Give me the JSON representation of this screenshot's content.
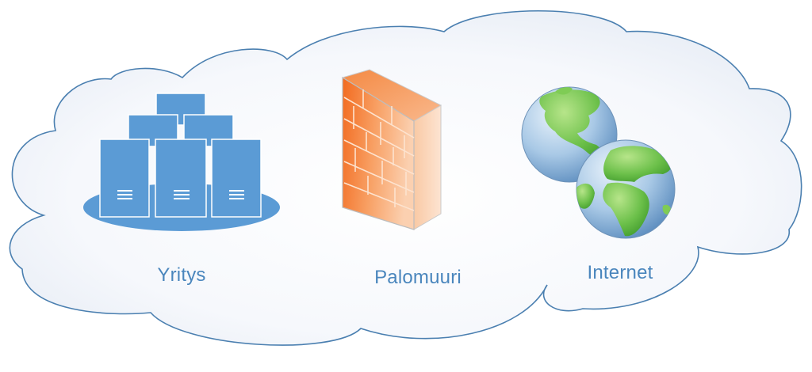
{
  "nodes": [
    {
      "id": "company",
      "label": "Yritys",
      "icon": "server-cluster-icon"
    },
    {
      "id": "firewall",
      "label": "Palomuuri",
      "icon": "firewall-icon"
    },
    {
      "id": "internet",
      "label": "Internet",
      "icon": "globe-icon"
    }
  ],
  "colors": {
    "label": "#4a86bd",
    "cloud_stroke": "#4a7fb0",
    "cloud_fill": "#f4f7fb",
    "server_blue": "#5b9bd5",
    "firewall_orange": "#f47c30",
    "globe_land": "#6cc04a",
    "globe_ocean": "#8db8dd"
  }
}
